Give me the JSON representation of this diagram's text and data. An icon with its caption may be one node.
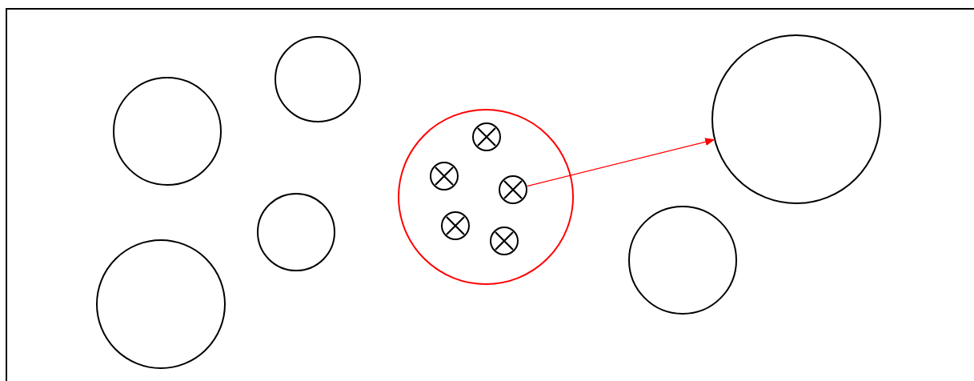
{
  "diagram": {
    "nodes": [
      {
        "text": [],
        "shape": "box"
      },
      {
        "text": [],
        "shape": "circle",
        "in": 0
      },
      {
        "text": [],
        "shape": "circle",
        "in": 0
      },
      {
        "text": [],
        "shape": "circle",
        "in": 0
      },
      {
        "text": [],
        "shape": "circle",
        "in": 0
      },
      {
        "text": [],
        "shape": "circle",
        "in": 0
      },
      {
        "text": [],
        "shape": "circle",
        "in": 5
      },
      {
        "text": [],
        "shape": "circle",
        "in": 5
      },
      {
        "text": [],
        "shape": "circle",
        "in": 5
      },
      {
        "text": [],
        "shape": "circle",
        "in": 5
      },
      {
        "text": [],
        "shape": "circle",
        "in": 5
      },
      {
        "text": [],
        "shape": "circle",
        "in": 0
      },
      {
        "text": [],
        "shape": "circle",
        "in": 0
      }
    ],
    "edges": [
      {
        "from": 10,
        "to": 12,
        "arrow": "to",
        "color": "#ff0000"
      }
    ]
  }
}
